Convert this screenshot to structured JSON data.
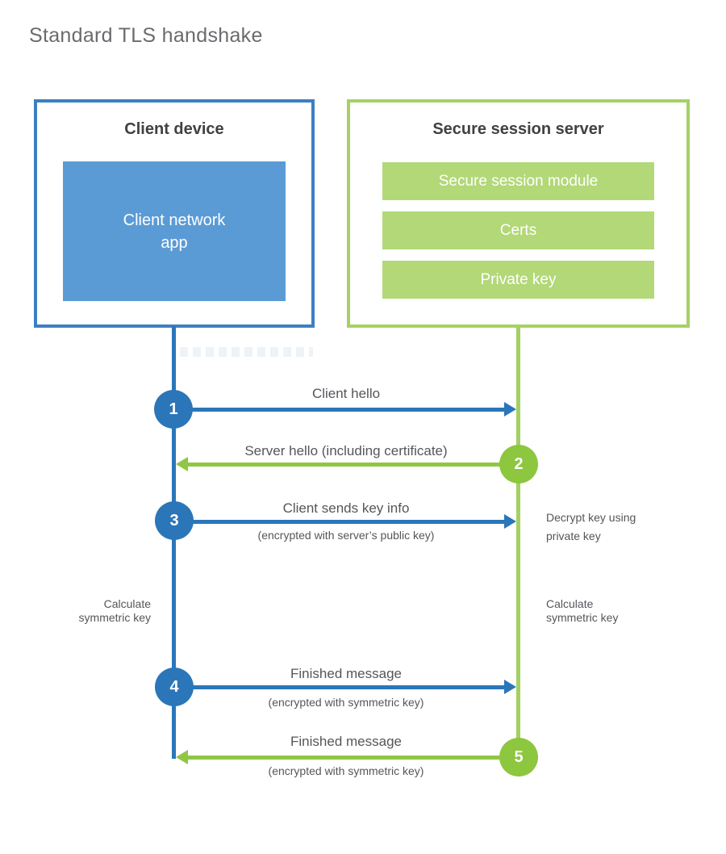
{
  "page": {
    "title": "Standard TLS handshake"
  },
  "client": {
    "title": "Client device",
    "app_label": "Client network\napp"
  },
  "server": {
    "title": "Secure session server",
    "modules": [
      {
        "label": "Secure session module"
      },
      {
        "label": "Certs"
      },
      {
        "label": "Private key"
      }
    ]
  },
  "steps": [
    {
      "num": "1",
      "from": "client",
      "direction": "right",
      "label": "Client hello",
      "sublabel": ""
    },
    {
      "num": "2",
      "from": "server",
      "direction": "left",
      "label": "Server hello (including certificate)",
      "sublabel": ""
    },
    {
      "num": "3",
      "from": "client",
      "direction": "right",
      "label": "Client sends key info",
      "sublabel": "(encrypted with server’s public key)",
      "note": "Decrypt key using\nprivate key"
    },
    {
      "num": "4",
      "from": "client",
      "direction": "right",
      "label": "Finished message",
      "sublabel": "(encrypted with symmetric key)"
    },
    {
      "num": "5",
      "from": "server",
      "direction": "left",
      "label": "Finished message",
      "sublabel": "(encrypted with symmetric key)"
    }
  ],
  "notes": {
    "client_calculate": "Calculate\nsymmetric key",
    "server_calculate": "Calculate\nsymmetric key"
  },
  "colors": {
    "blue_border": "#3d7fc3",
    "blue_fill": "#5b9bd5",
    "blue_accent": "#2b76b9",
    "green_border": "#a5d264",
    "green_fill": "#b2d877",
    "green_accent": "#8dc63f",
    "heading_text": "#414042",
    "label_text": "#54565a",
    "title_text": "#6a6b6e"
  }
}
